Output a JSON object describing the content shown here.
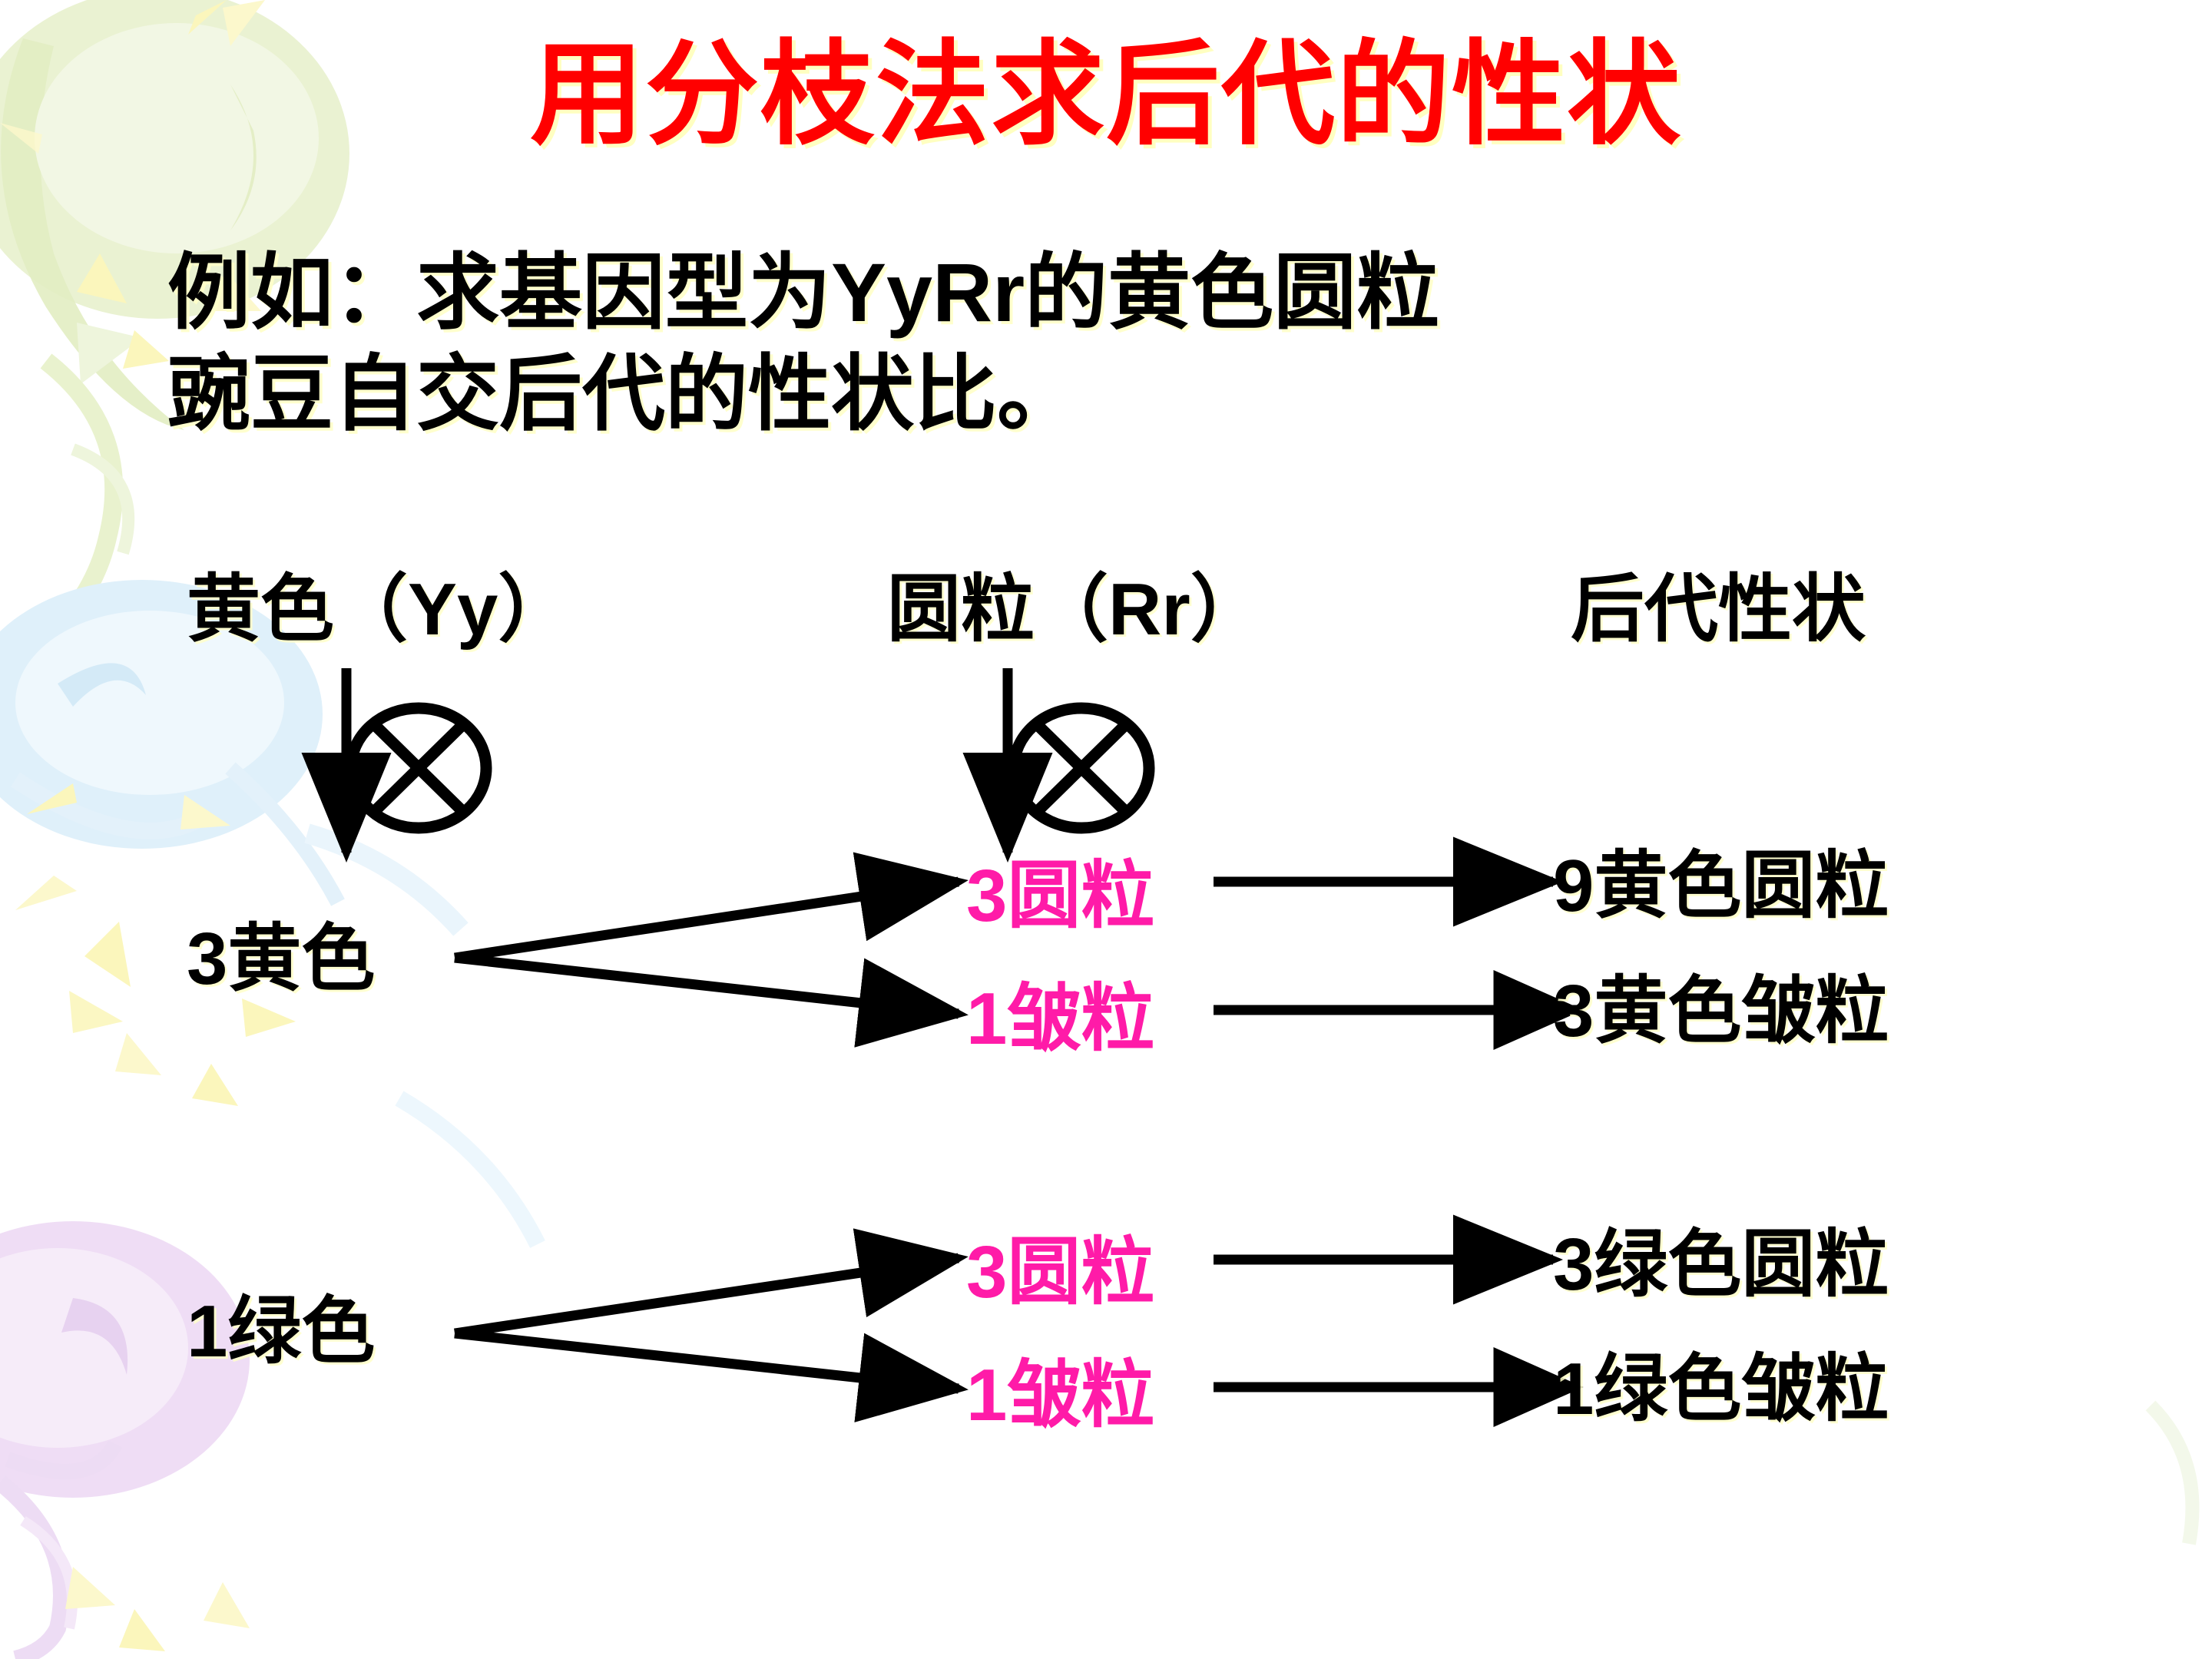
{
  "slide": {
    "title": "用分枝法求后代的性状",
    "title_color": "#FF0000",
    "example_line1_pre": "例如：求基因型为",
    "example_line1_gene": "YyRr",
    "example_line1_post": "的黄色圆粒",
    "example_line2": "豌豆自交后代的性状比。"
  },
  "headers": {
    "col1_pre": "黄色（",
    "col1_gene": "Yy",
    "col1_post": "）",
    "col2_pre": "圆粒（",
    "col2_gene": "Rr",
    "col2_post": "）",
    "col3": "后代性状"
  },
  "icons": {
    "selfcross": "circled-x-self-cross-icon",
    "down_arrow": "down-arrow-icon",
    "branch": "branch-fork-icon",
    "right_arrow": "right-arrow-icon"
  },
  "diagram": {
    "seed_color_branch": [
      {
        "ratio": "3",
        "trait": "黄色"
      },
      {
        "ratio": "1",
        "trait": "绿色"
      }
    ],
    "shape_branch_top": [
      {
        "ratio": "3",
        "trait": "圆粒",
        "color": "#FF1BA8"
      },
      {
        "ratio": "1",
        "trait": "皱粒",
        "color": "#FF1BA8"
      }
    ],
    "shape_branch_bottom": [
      {
        "ratio": "3",
        "trait": "圆粒",
        "color": "#FF1BA8"
      },
      {
        "ratio": "1",
        "trait": "皱粒",
        "color": "#FF1BA8"
      }
    ],
    "results": [
      {
        "ratio": "9",
        "trait": "黄色圆粒"
      },
      {
        "ratio": "3",
        "trait": "黄色皱粒"
      },
      {
        "ratio": "3",
        "trait": "绿色圆粒"
      },
      {
        "ratio": "1",
        "trait": "绿色皱粒"
      }
    ]
  },
  "colors": {
    "title_red": "#FF0000",
    "accent_magenta": "#FF1BA8",
    "text_black": "#000000",
    "bg_green_blob": "#E9F2CE",
    "bg_blue_blob": "#DCEFF9",
    "bg_purple_blob": "#EEDCF4",
    "bg_yellow_ray": "#FBF7BF"
  }
}
